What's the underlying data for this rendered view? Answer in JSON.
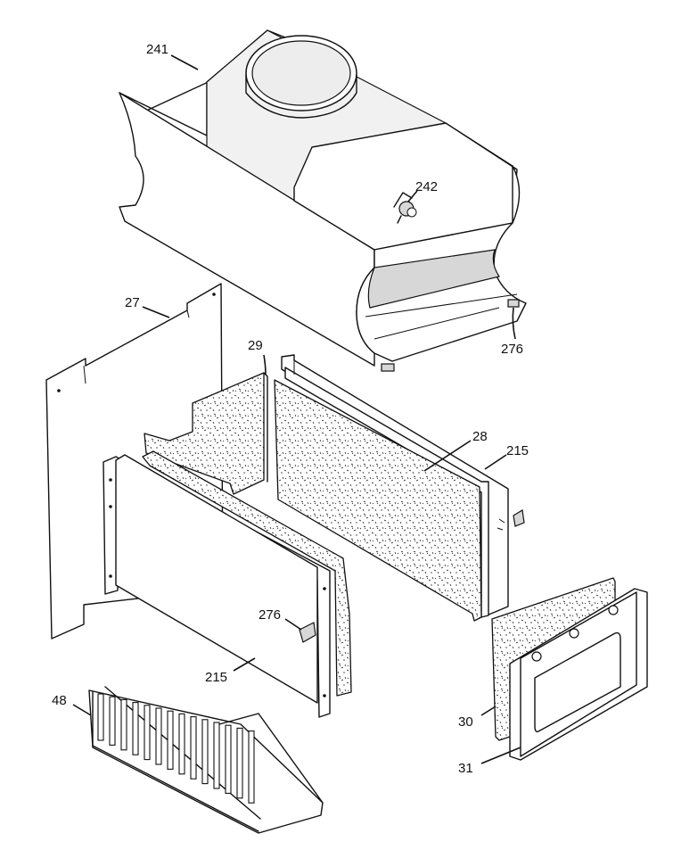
{
  "diagram": {
    "type": "exploded-parts-view",
    "parts": [
      {
        "id": "hood",
        "label": "241"
      },
      {
        "id": "thermo-switch",
        "label": "242"
      },
      {
        "id": "clip-right",
        "label": "276"
      },
      {
        "id": "back-panel",
        "label": "27"
      },
      {
        "id": "refractory-side",
        "label": "29"
      },
      {
        "id": "refractory-back",
        "label": "28"
      },
      {
        "id": "side-panel-right",
        "label": "215"
      },
      {
        "id": "clip-left",
        "label": "276"
      },
      {
        "id": "side-panel-left",
        "label": "215"
      },
      {
        "id": "grate",
        "label": "48"
      },
      {
        "id": "end-refractory",
        "label": "30"
      },
      {
        "id": "end-panel",
        "label": "31"
      }
    ]
  }
}
